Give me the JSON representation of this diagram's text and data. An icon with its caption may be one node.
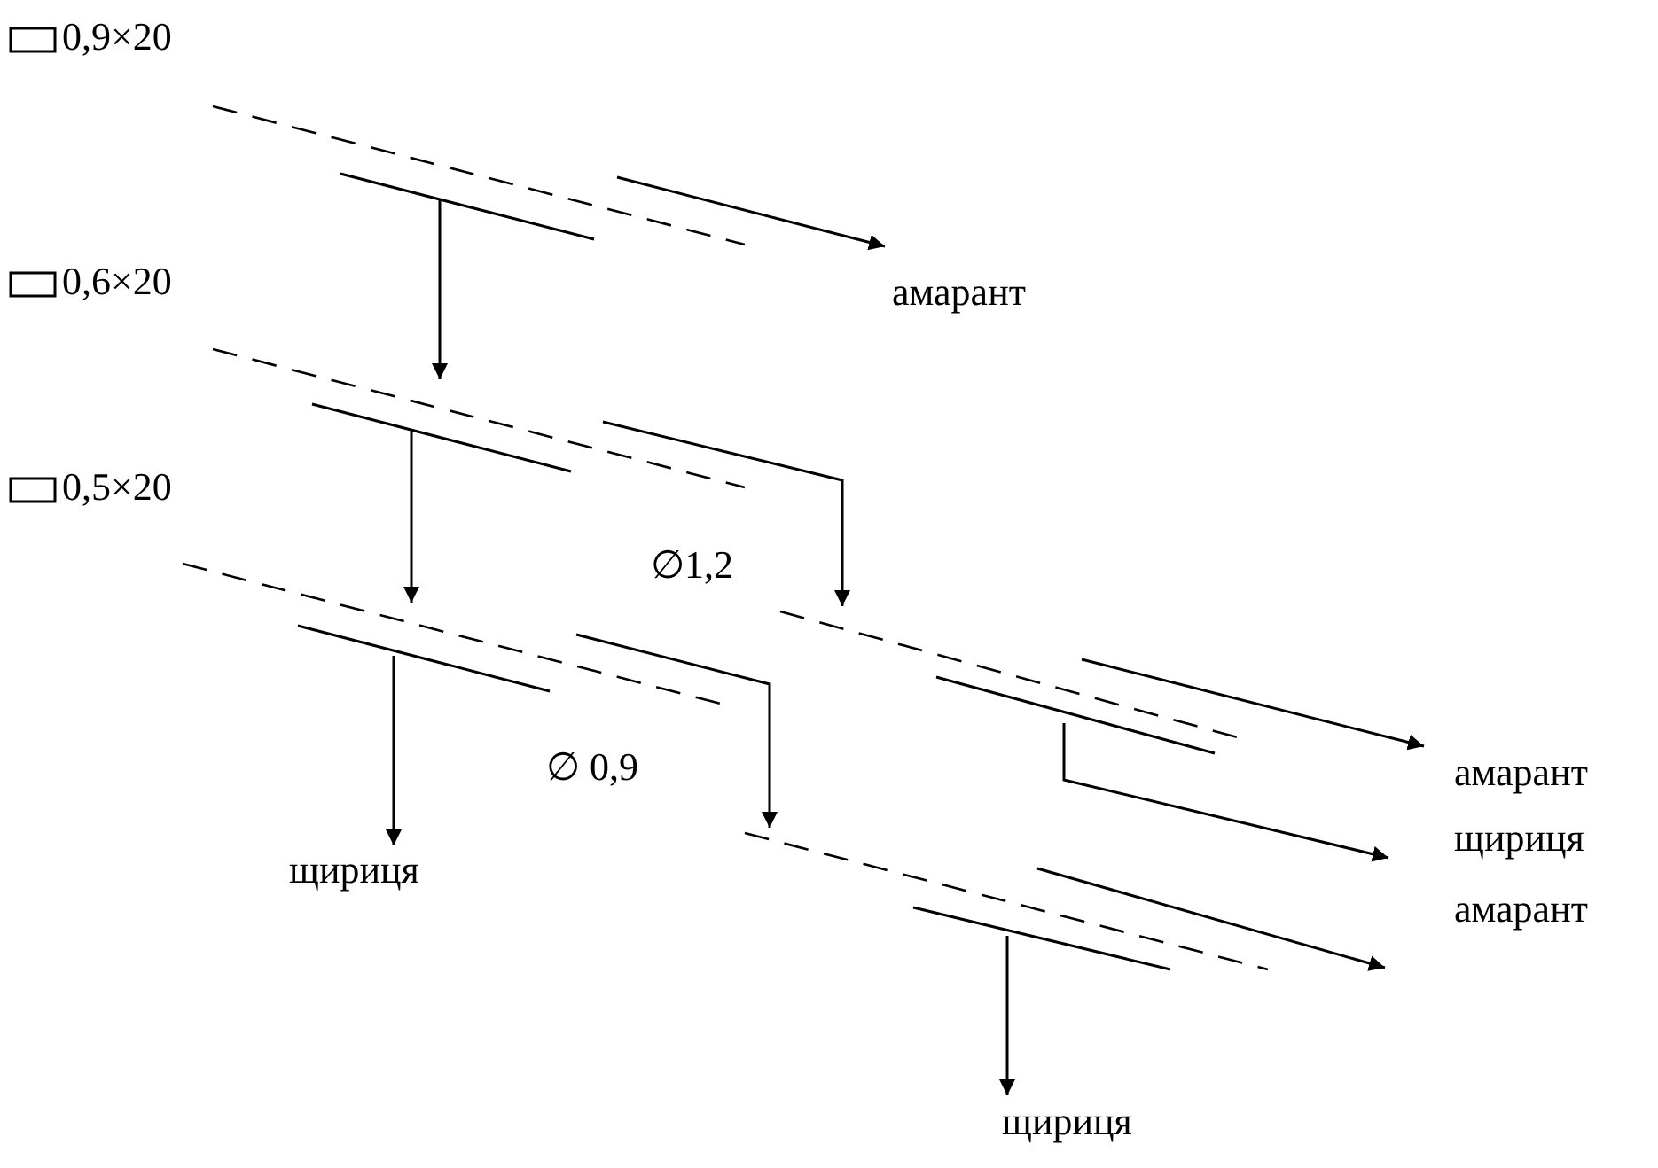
{
  "diagram": {
    "nodes": [
      {
        "text": [],
        "shape": "sieve"
      },
      {
        "text": [
          "амарант"
        ]
      },
      {
        "text": [],
        "shape": "sieve"
      },
      {
        "text": [],
        "shape": "sieve"
      },
      {
        "text": [],
        "shape": "sieve"
      },
      {
        "text": [
          "щириця"
        ]
      },
      {
        "text": [],
        "shape": "sieve"
      },
      {
        "text": [
          "амарант"
        ]
      },
      {
        "text": [
          "щириця"
        ]
      },
      {
        "text": [
          "амарант"
        ]
      },
      {
        "text": [
          "щириця"
        ]
      }
    ],
    "edges": [
      {
        "from": 0,
        "to": 1,
        "arrow": "to"
      },
      {
        "from": 0,
        "to": 2,
        "arrow": "to"
      },
      {
        "from": 2,
        "to": 4,
        "arrow": "to"
      },
      {
        "from": 2,
        "to": 3,
        "arrow": "to"
      },
      {
        "from": 3,
        "to": 5,
        "arrow": "to"
      },
      {
        "from": 3,
        "to": 6,
        "arrow": "to"
      },
      {
        "from": 4,
        "to": 7,
        "arrow": "to"
      },
      {
        "from": 4,
        "to": 8,
        "arrow": "to"
      },
      {
        "from": 6,
        "to": 9,
        "arrow": "to"
      },
      {
        "from": 6,
        "to": 10,
        "arrow": "to"
      }
    ],
    "labels": [
      "0,9×20",
      "0,6×20",
      "0,5×20",
      "∅1,2",
      "∅ 0,9"
    ]
  }
}
